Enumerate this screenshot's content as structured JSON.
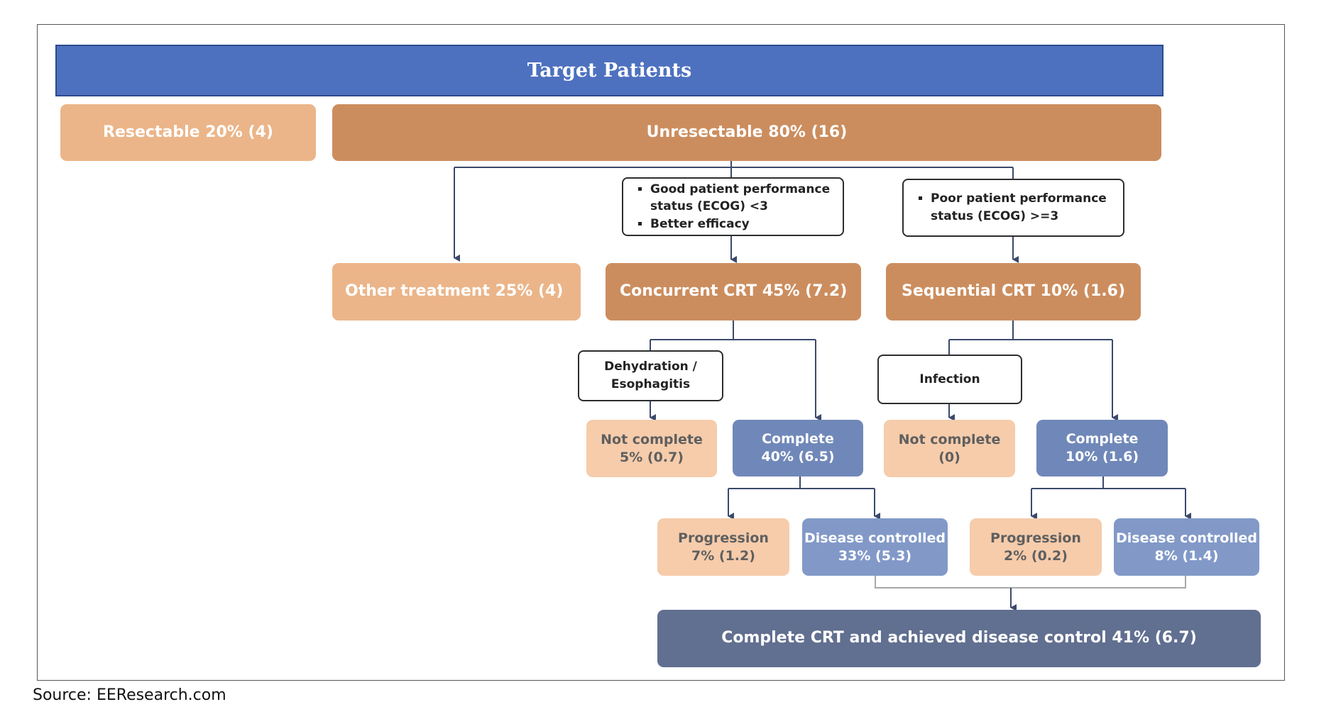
{
  "header": {
    "title": "Target Patients"
  },
  "nodes": {
    "resectable": "Resectable 20% (4)",
    "unresectable": "Unresectable 80% (16)",
    "other_treatment": "Other treatment 25% (4)",
    "concurrent_crt": "Concurrent CRT 45% (7.2)",
    "sequential_crt": "Sequential CRT 10% (1.6)",
    "conc_not_complete": [
      "Not complete",
      "5% (0.7)"
    ],
    "conc_complete": [
      "Complete",
      "40% (6.5)"
    ],
    "seq_not_complete": [
      "Not complete",
      "(0)"
    ],
    "seq_complete": [
      "Complete",
      "10% (1.6)"
    ],
    "conc_progression": [
      "Progression",
      "7% (1.2)"
    ],
    "conc_disease_controlled": [
      "Disease controlled",
      "33% (5.3)"
    ],
    "seq_progression": [
      "Progression",
      "2% (0.2)"
    ],
    "seq_disease_controlled": [
      "Disease controlled",
      "8% (1.4)"
    ],
    "final": "Complete CRT and achieved disease control 41% (6.7)"
  },
  "notes": {
    "good_performance": [
      "Good patient performance status (ECOG) <3",
      "Better efficacy"
    ],
    "poor_performance": [
      "Poor patient performance status (ECOG) >=3"
    ],
    "dehydration": [
      "Dehydration /",
      "Esophagitis"
    ],
    "infection": "Infection"
  },
  "footer": {
    "source": "Source:  EEResearch.com"
  },
  "colors": {
    "title_bar": "#4e71bf",
    "light_orange": "#ebb589",
    "dark_orange": "#cc8d5e",
    "pale_orange": "#f6ccab",
    "blue": "#7088b9",
    "navy": "#616f90"
  }
}
